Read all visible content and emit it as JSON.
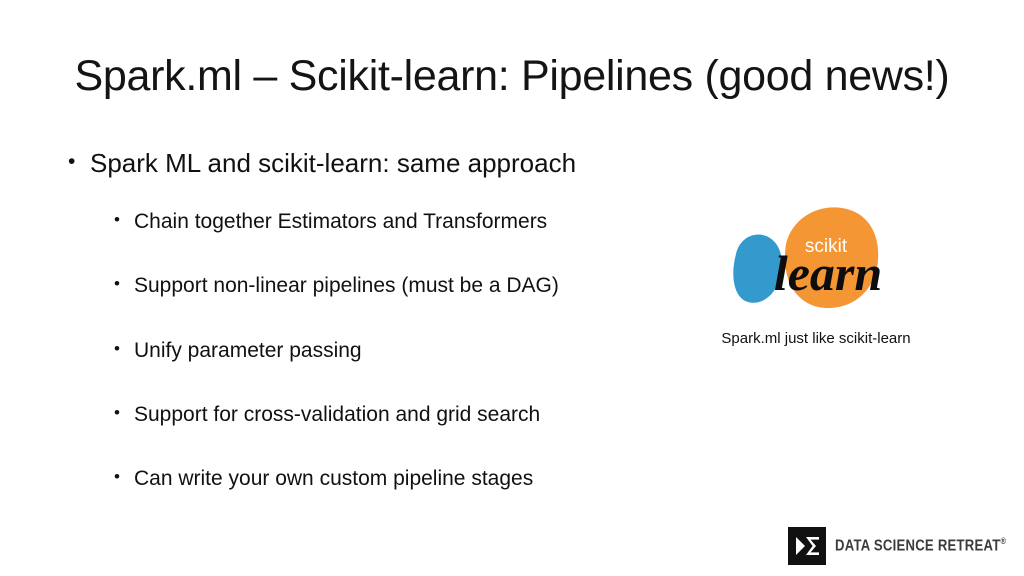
{
  "slide": {
    "background_color": "#ffffff",
    "title": "Spark.ml – Scikit-learn: Pipelines (good news!)",
    "bullets": [
      {
        "level": 1,
        "marker": "•",
        "text": "Spark ML and scikit-learn: same approach"
      }
    ],
    "sub_bullets": [
      {
        "level": 2,
        "marker": "•",
        "text": "Chain together Estimators and Transformers"
      },
      {
        "level": 2,
        "marker": "•",
        "text": "Support non-linear pipelines (must be a DAG)"
      },
      {
        "level": 2,
        "marker": "•",
        "text": "Unify parameter passing"
      },
      {
        "level": 2,
        "marker": "•",
        "text": "Support for cross-validation and grid search"
      },
      {
        "level": 2,
        "marker": "•",
        "text": "Can write your own custom pipeline stages"
      }
    ]
  },
  "scikit_logo": {
    "icon_name": "scikit-learn-logo",
    "word_top": "scikit",
    "word_bottom": "learn",
    "blue_color": "#3499CD",
    "orange_color": "#F59635",
    "word_top_color": "#ffffff",
    "word_bottom_color": "#000000",
    "caption": "Spark.ml just like scikit-learn"
  },
  "brand_logo": {
    "icon_name": "data-science-retreat-logo",
    "mark_glyphs": "▶Σ",
    "mark_background": "#111111",
    "wordmark": "DATA SCIENCE RETREAT",
    "registered_symbol": "®",
    "wordmark_color": "#3b3b3b"
  }
}
